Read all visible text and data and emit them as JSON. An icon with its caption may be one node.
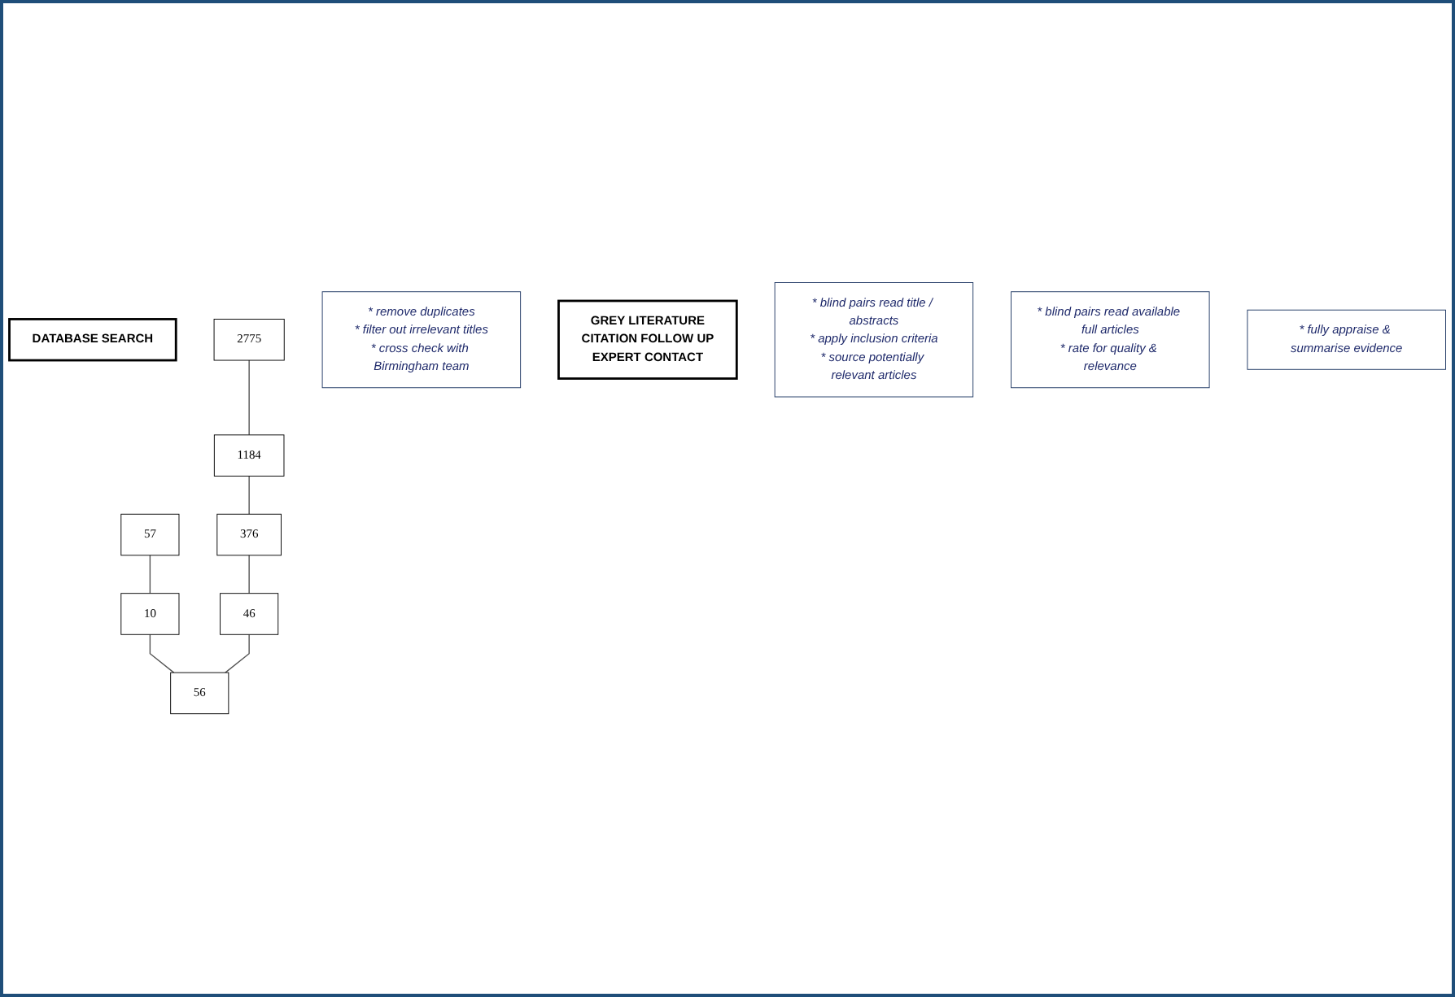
{
  "diagram": {
    "nodes": [
      {
        "text": [
          "DATABASE SEARCH"
        ]
      },
      {
        "text": [
          "2775"
        ]
      },
      {
        "text": [
          "* remove duplicates",
          "* filter out irrelevant titles",
          "* cross check with Birmingham team"
        ]
      },
      {
        "text": [
          "1184"
        ]
      },
      {
        "text": [
          "GREY LITERATURE",
          "CITATION FOLLOW  UP",
          "EXPERT CONTACT"
        ]
      },
      {
        "text": [
          "* blind pairs read title / abstracts",
          "* apply inclusion criteria",
          "* source potentially relevant articles"
        ]
      },
      {
        "text": [
          "57"
        ]
      },
      {
        "text": [
          "376"
        ]
      },
      {
        "text": [
          "* blind pairs read available full articles",
          "* rate for quality & relevance"
        ]
      },
      {
        "text": [
          "10"
        ]
      },
      {
        "text": [
          "46"
        ]
      },
      {
        "text": [
          "* fully appraise & summarise evidence"
        ]
      },
      {
        "text": [
          "56"
        ]
      }
    ],
    "edges": [
      {
        "from": 1,
        "to": 3,
        "arrow": "none"
      },
      {
        "from": 3,
        "to": 7,
        "arrow": "none"
      },
      {
        "from": 7,
        "to": 10,
        "arrow": "none"
      },
      {
        "from": 6,
        "to": 9,
        "arrow": "none"
      },
      {
        "from": 9,
        "to": 12,
        "arrow": "none"
      },
      {
        "from": 10,
        "to": 12,
        "arrow": "none"
      }
    ]
  }
}
